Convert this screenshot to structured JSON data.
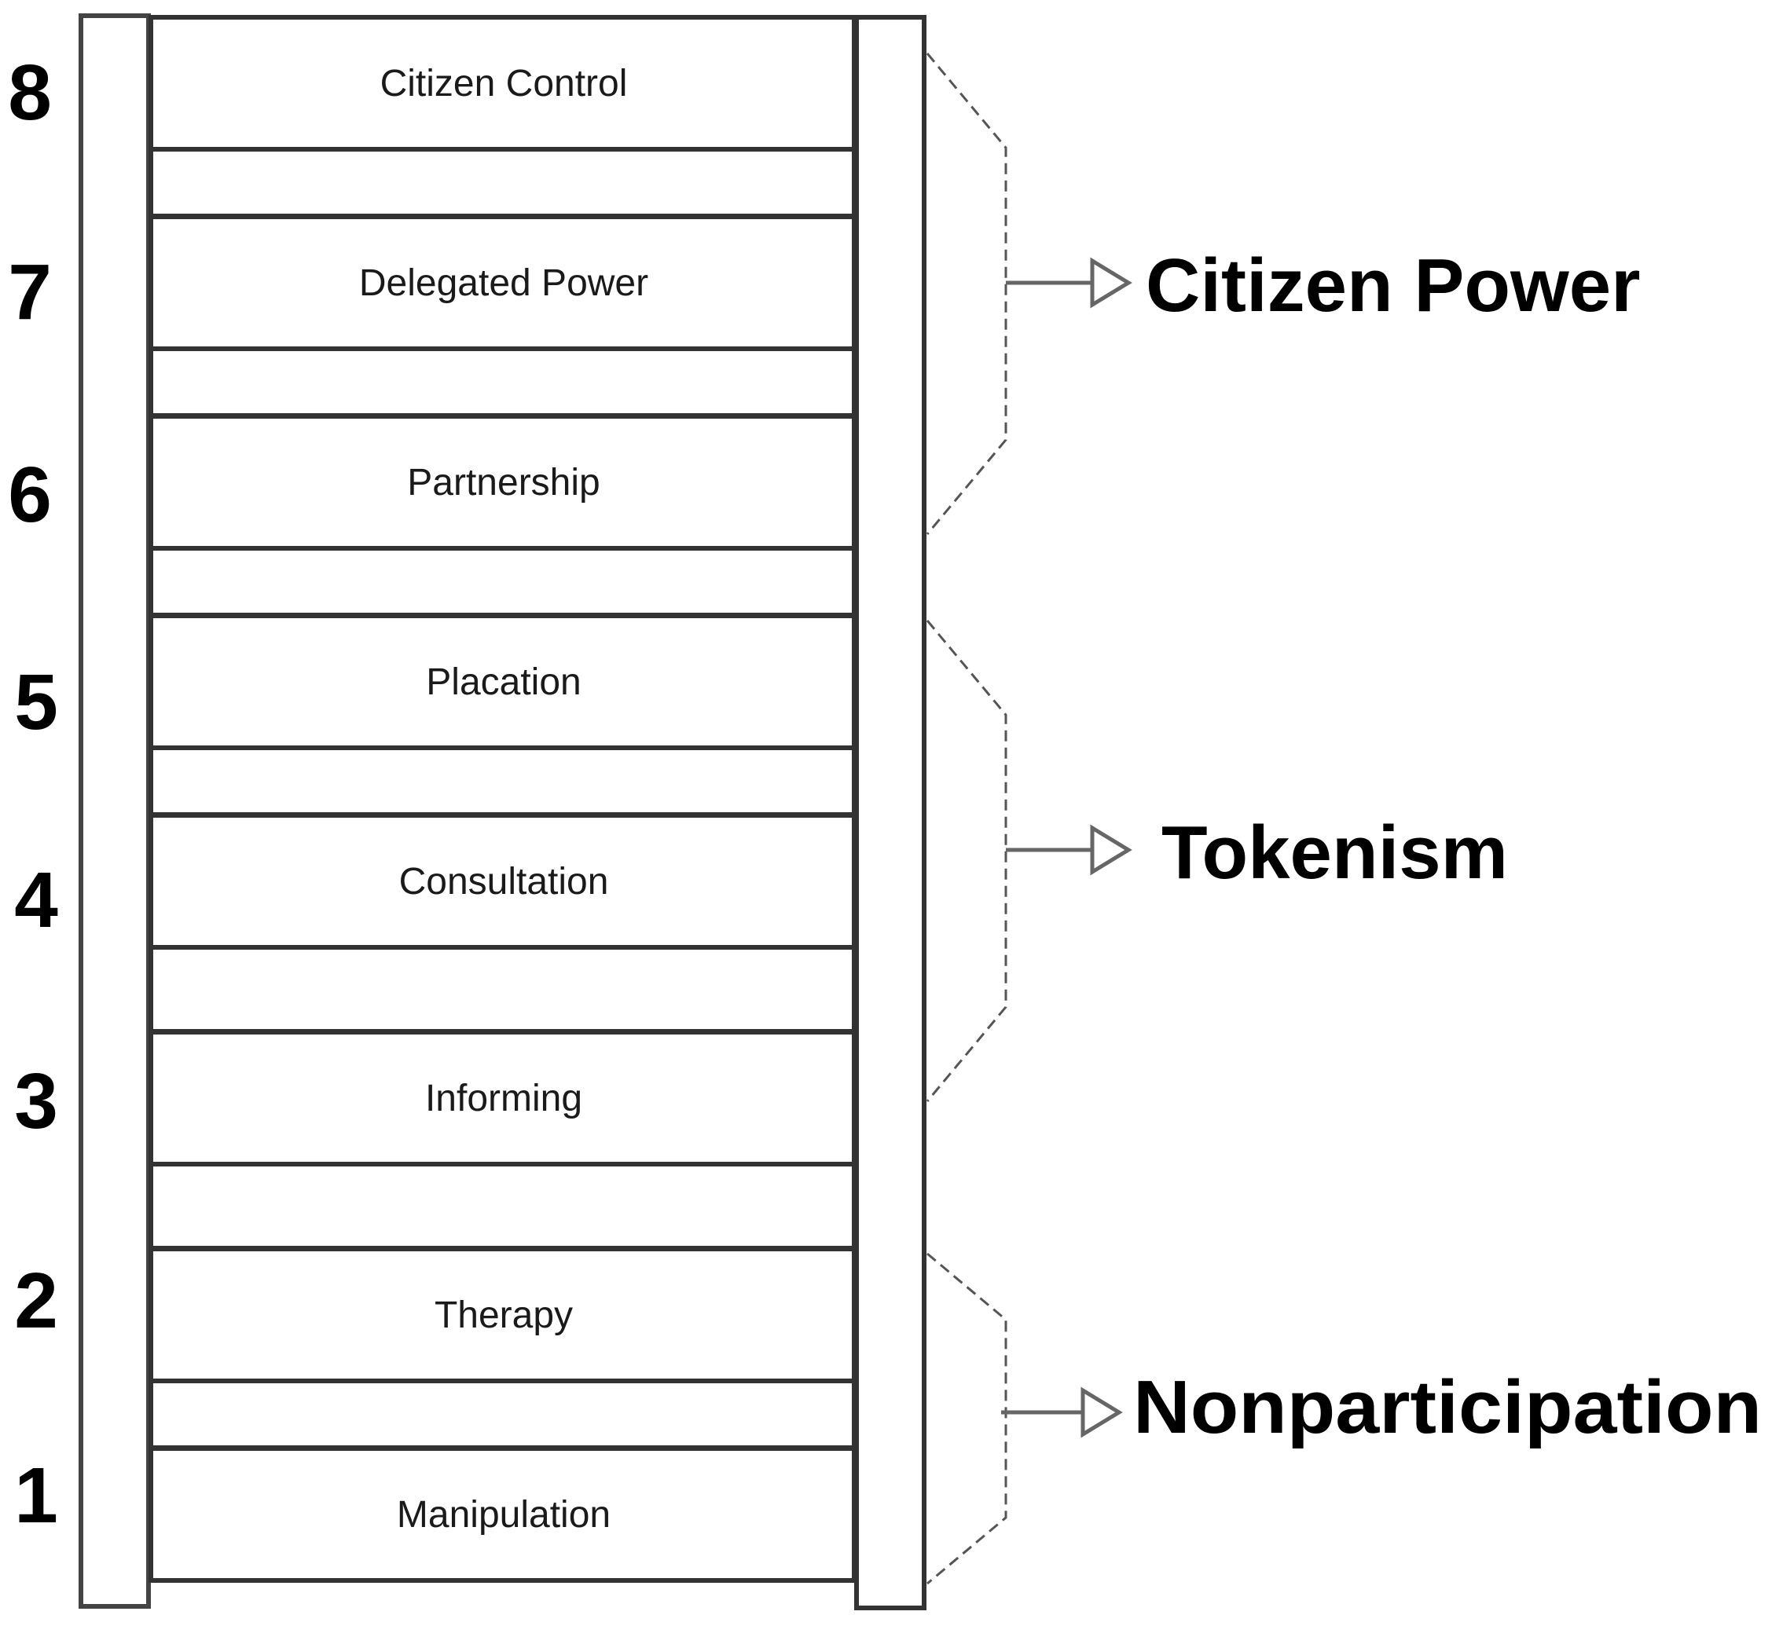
{
  "ladder": {
    "rungs": [
      {
        "number": "8",
        "label": "Citizen Control"
      },
      {
        "number": "7",
        "label": "Delegated Power"
      },
      {
        "number": "6",
        "label": "Partnership"
      },
      {
        "number": "5",
        "label": "Placation"
      },
      {
        "number": "4",
        "label": "Consultation"
      },
      {
        "number": "3",
        "label": "Informing"
      },
      {
        "number": "2",
        "label": "Therapy"
      },
      {
        "number": "1",
        "label": "Manipulation"
      }
    ]
  },
  "groups": [
    {
      "label": "Citizen Power",
      "rungs": [
        "8",
        "7",
        "6"
      ]
    },
    {
      "label": "Tokenism",
      "rungs": [
        "5",
        "4",
        "3"
      ]
    },
    {
      "label": "Nonparticipation",
      "rungs": [
        "2",
        "1"
      ]
    }
  ],
  "colors": {
    "stroke": "#333333",
    "dashed": "#555555",
    "arrow": "#666666",
    "text": "#000000"
  }
}
